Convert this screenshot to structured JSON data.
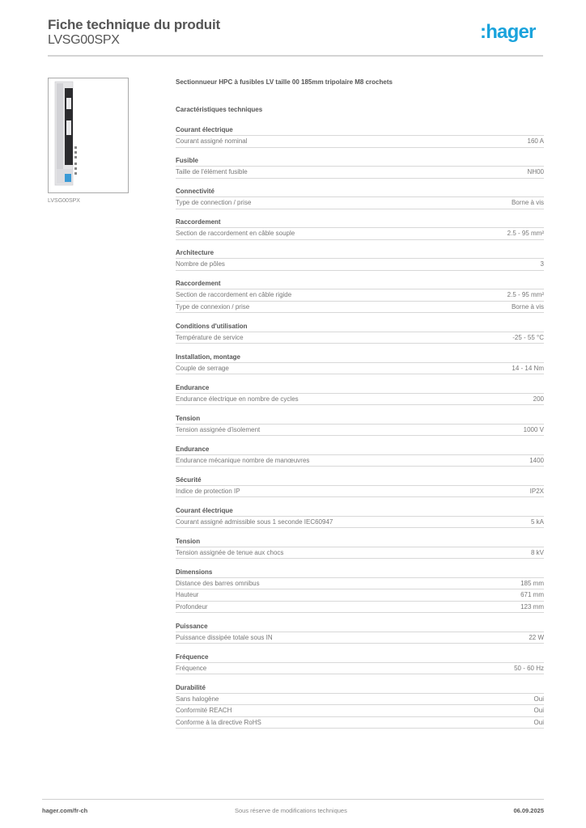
{
  "header": {
    "title": "Fiche technique du produit",
    "reference": "LVSG00SPX",
    "logo_text": ":hager",
    "brand_color": "#1aa3dc"
  },
  "product": {
    "image_alt": "fuse-switch-disconnector-image",
    "caption": "LVSG00SPX",
    "title": "Sectionnueur HPC à fusibles LV taille 00 185mm tripolaire M8 crochets"
  },
  "specs_heading": "Caractéristiques techniques",
  "groups": [
    {
      "title": "Courant électrique",
      "rows": [
        {
          "label": "Courant assigné nominal",
          "value": "160 A"
        }
      ]
    },
    {
      "title": "Fusible",
      "rows": [
        {
          "label": "Taille de l'élément fusible",
          "value": "NH00"
        }
      ]
    },
    {
      "title": "Connectivité",
      "rows": [
        {
          "label": "Type de connection / prise",
          "value": "Borne à vis"
        }
      ]
    },
    {
      "title": "Raccordement",
      "rows": [
        {
          "label": "Section de raccordement en câble souple",
          "value": "2.5 - 95 mm²"
        }
      ]
    },
    {
      "title": "Architecture",
      "rows": [
        {
          "label": "Nombre de pôles",
          "value": "3"
        }
      ]
    },
    {
      "title": "Raccordement",
      "rows": [
        {
          "label": "Section de raccordement en câble rigide",
          "value": "2.5 - 95 mm²"
        },
        {
          "label": "Type de connexion / prise",
          "value": "Borne à vis"
        }
      ]
    },
    {
      "title": "Conditions d'utilisation",
      "rows": [
        {
          "label": "Température de service",
          "value": "-25 - 55 °C"
        }
      ]
    },
    {
      "title": "Installation, montage",
      "rows": [
        {
          "label": "Couple de serrage",
          "value": "14 - 14 Nm"
        }
      ]
    },
    {
      "title": "Endurance",
      "rows": [
        {
          "label": "Endurance électrique en nombre de cycles",
          "value": "200"
        }
      ]
    },
    {
      "title": "Tension",
      "rows": [
        {
          "label": "Tension assignée d'isolement",
          "value": "1000 V"
        }
      ]
    },
    {
      "title": "Endurance",
      "rows": [
        {
          "label": "Endurance mécanique nombre de manœuvres",
          "value": "1400"
        }
      ]
    },
    {
      "title": "Sécurité",
      "rows": [
        {
          "label": "Indice de protection IP",
          "value": "IP2X"
        }
      ]
    },
    {
      "title": "Courant électrique",
      "rows": [
        {
          "label": "Courant assigné admissible sous 1 seconde IEC60947",
          "value": "5 kA"
        }
      ]
    },
    {
      "title": "Tension",
      "rows": [
        {
          "label": "Tension assignée de tenue aux chocs",
          "value": "8 kV"
        }
      ]
    },
    {
      "title": "Dimensions",
      "rows": [
        {
          "label": "Distance des barres omnibus",
          "value": "185 mm"
        },
        {
          "label": "Hauteur",
          "value": "671 mm"
        },
        {
          "label": "Profondeur",
          "value": "123 mm"
        }
      ]
    },
    {
      "title": "Puissance",
      "rows": [
        {
          "label": "Puissance dissipée totale sous IN",
          "value": "22 W"
        }
      ]
    },
    {
      "title": "Fréquence",
      "rows": [
        {
          "label": "Fréquence",
          "value": "50 - 60 Hz"
        }
      ]
    },
    {
      "title": "Durabilité",
      "rows": [
        {
          "label": "Sans halogène",
          "value": "Oui"
        },
        {
          "label": "Conformité REACH",
          "value": "Oui"
        },
        {
          "label": "Conforme à la directive RoHS",
          "value": "Oui"
        }
      ]
    }
  ],
  "footer": {
    "website": "hager.com/fr-ch",
    "disclaimer": "Sous réserve de modifications techniques",
    "date": "06.09.2025"
  }
}
